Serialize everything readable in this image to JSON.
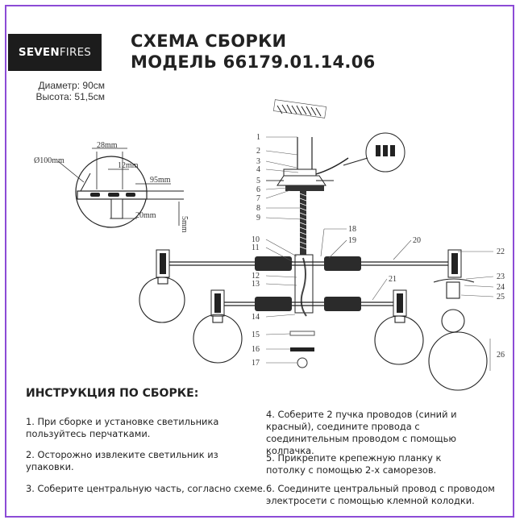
{
  "logo": {
    "bold": "SEVEN",
    "light": "FIRES"
  },
  "dimensions": {
    "diameter": "Диаметр: 90см",
    "height": "Высота: 51,5см"
  },
  "title": {
    "line1": "СХЕМА СБОРКИ",
    "line2": "МОДЕЛЬ 66179.01.14.06"
  },
  "detail_labels": {
    "d100": "Ø100mm",
    "w28": "28mm",
    "w12": "12mm",
    "w95": "95mm",
    "w20": "20mm",
    "h5": "5mm"
  },
  "part_numbers": [
    "1",
    "2",
    "3",
    "4",
    "5",
    "6",
    "7",
    "8",
    "9",
    "10",
    "11",
    "12",
    "13",
    "14",
    "15",
    "16",
    "17",
    "18",
    "19",
    "20",
    "21",
    "22",
    "23",
    "24",
    "25",
    "26"
  ],
  "instructions": {
    "heading": "ИНСТРУКЦИЯ ПО СБОРКЕ:",
    "steps": [
      "1. При сборке и установке светильника пользуйтесь перчатками.",
      "2. Осторожно извлеките светильник из упаковки.",
      "3. Соберите центральную часть, согласно схеме.",
      "4. Соберите 2 пучка проводов (синий и красный), соедините провода с соединительным проводом с помощью колпачка.",
      "5. Прикрепите крепежную планку к потолку с помощью 2-х саморезов.",
      "6. Соедините центральный провод с проводом электросети с помощью клемной колодки."
    ]
  },
  "colors": {
    "frame": "#8c4bd6",
    "logo_bg": "#1c1c1c"
  }
}
